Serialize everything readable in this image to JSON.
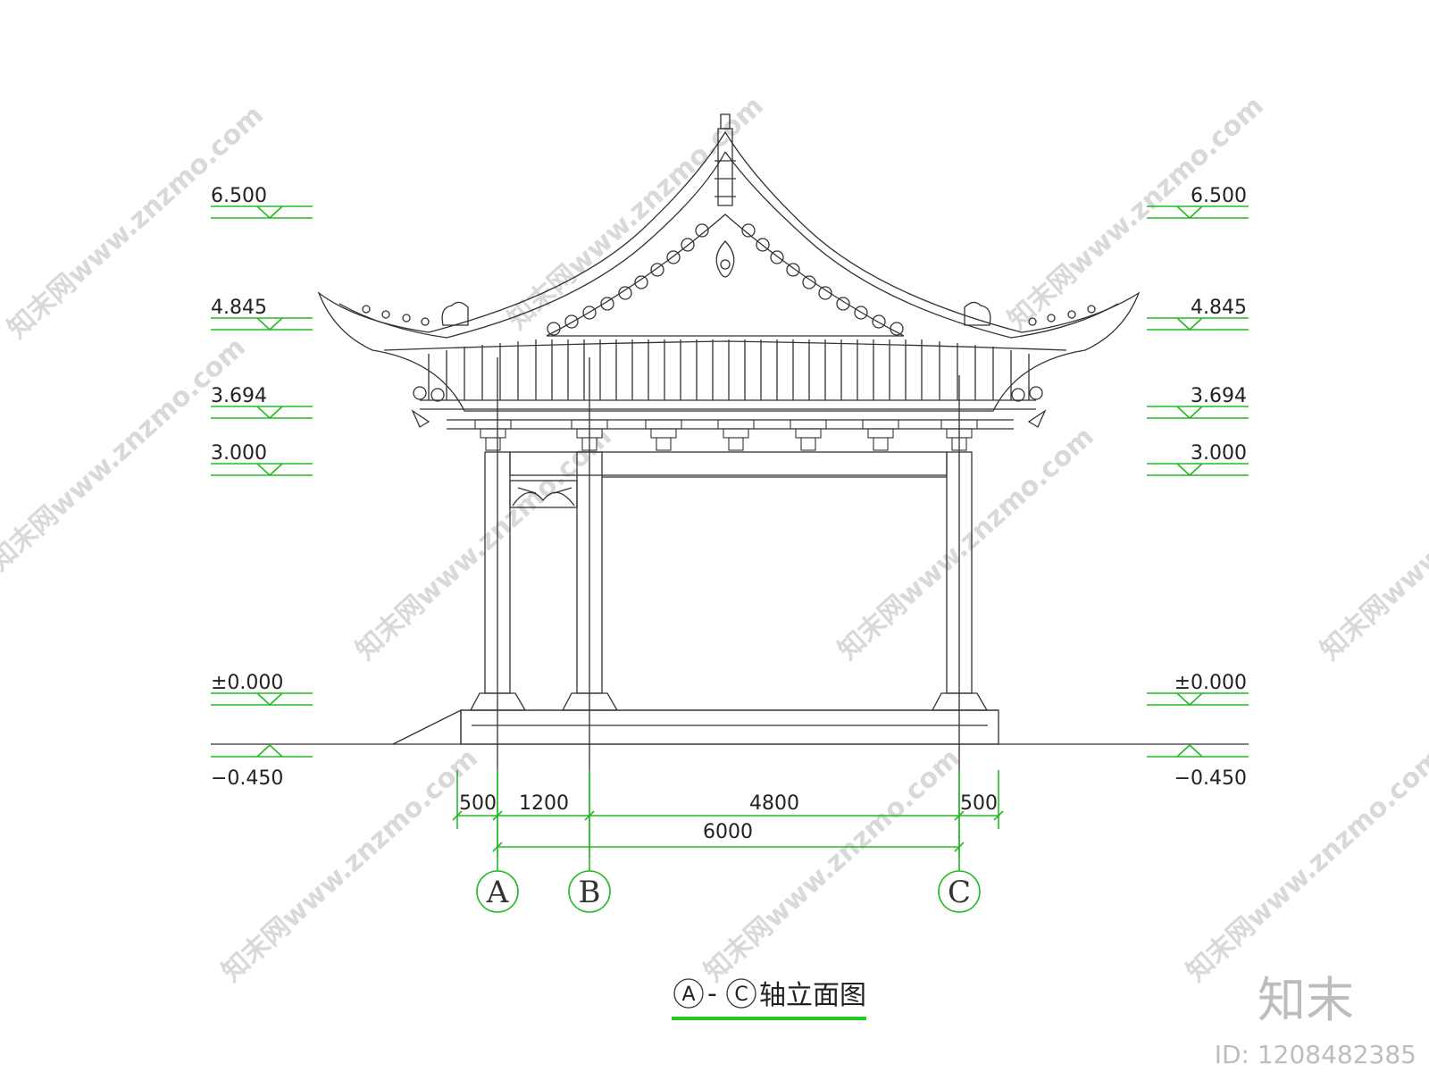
{
  "levels": [
    {
      "label": "6.500"
    },
    {
      "label": "4.845"
    },
    {
      "label": "3.694"
    },
    {
      "label": "3.000"
    },
    {
      "label": "±0.000"
    },
    {
      "label": "−0.450"
    }
  ],
  "dimensions": {
    "top_row": [
      "500",
      "1200",
      "4800",
      "500"
    ],
    "total": "6000"
  },
  "axes": [
    "A",
    "B",
    "C"
  ],
  "title": {
    "axis_start": "A",
    "dash": "-",
    "axis_end": "C",
    "text": "轴立面图"
  },
  "watermark": {
    "text": "知末网www.znzmo.com",
    "logo": "知末",
    "id": "ID: 1208482385"
  },
  "colors": {
    "level_marks": "#22bb22",
    "linework": "#333333",
    "title_underline": "#22cc22"
  }
}
